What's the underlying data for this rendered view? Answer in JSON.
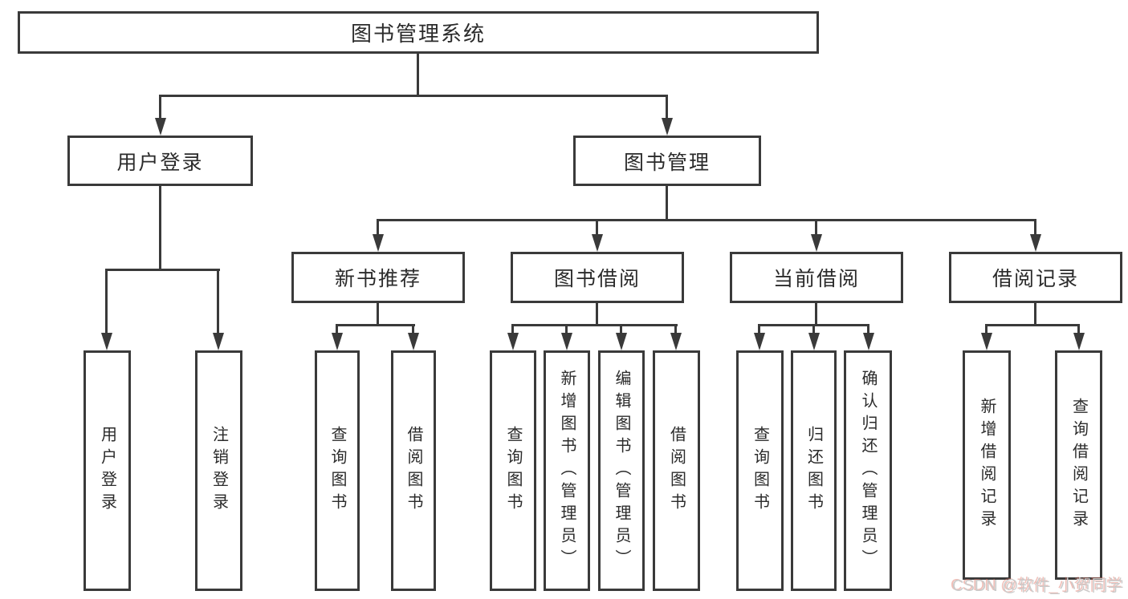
{
  "diagram": {
    "root": "图书管理系统",
    "level2": [
      {
        "label": "用户登录",
        "children": [
          "用户登录",
          "注销登录"
        ]
      },
      {
        "label": "图书管理"
      }
    ],
    "level3": [
      {
        "label": "新书推荐",
        "children": [
          "查询图书",
          "借阅图书"
        ]
      },
      {
        "label": "图书借阅",
        "children": [
          "查询图书",
          "新增图书（管理员）",
          "编辑图书（管理员）",
          "借阅图书"
        ]
      },
      {
        "label": "当前借阅",
        "children": [
          "查询图书",
          "归还图书",
          "确认归还（管理员）"
        ]
      },
      {
        "label": "借阅记录",
        "children": [
          "新增借阅记录",
          "查询借阅记录"
        ]
      }
    ]
  },
  "watermark": "CSDN @软件_小贺同学",
  "colors": {
    "line": "#3a3a3a",
    "text": "#2b2b2b",
    "watermark": "#cbcbcb",
    "background": "#ffffff"
  }
}
